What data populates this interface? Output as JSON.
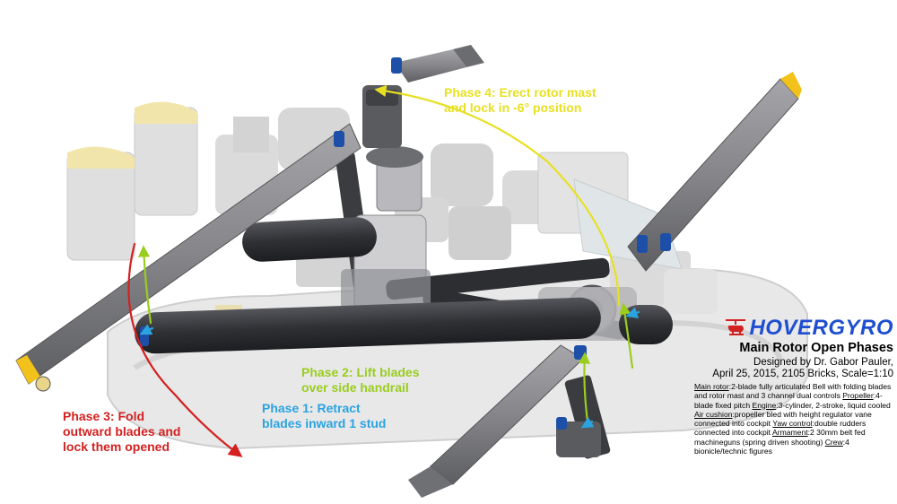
{
  "colors": {
    "phase4": "#e8e022",
    "phase2": "#9acd1e",
    "phase1": "#2aa3e0",
    "phase3": "#d42020",
    "brand": "#1f4fd0",
    "beam": "#8a8a8e",
    "beam_dark": "#55565a",
    "tube": "#3a3b3f",
    "ghost": "#d4d4d4",
    "joint_blue": "#1d4fa8",
    "tip_yellow": "#f2c21a"
  },
  "phases": {
    "phase4": [
      "Phase 4: Erect rotor mast",
      "and lock in -6° position"
    ],
    "phase2": [
      "Phase 2: Lift blades",
      "over side handrail"
    ],
    "phase1": [
      "Phase 1: Retract",
      "blades inward 1 stud"
    ],
    "phase3": [
      "Phase 3: Fold",
      "outward blades and",
      "lock them opened"
    ]
  },
  "info": {
    "brand": "HOVERGYRO",
    "logo_icon": "helicopter-icon",
    "title": "Main Rotor Open Phases",
    "credit": [
      "Designed by Dr. Gabor Pauler,",
      "April 25, 2015, 2105 Bricks, Scale=1:10"
    ],
    "specs": [
      {
        "key": "Main rotor",
        "value": "2-blade fully articulated Bell with folding blades and rotor mast and 3 channel dual controls"
      },
      {
        "key": "Propeller",
        "value": "4-blade fixed pitch"
      },
      {
        "key": "Engine",
        "value": "3-cylinder, 2-stroke, liquid cooled"
      },
      {
        "key": "Air cushion",
        "value": "propeller bled with height regulator vane connected into cockpit"
      },
      {
        "key": "Yaw control",
        "value": "double rudders connected into cockpit"
      },
      {
        "key": "Armament",
        "value": "2 30mm belt fed machineguns (spring driven shooting)"
      },
      {
        "key": "Crew",
        "value": "4 bionicle/technic figures"
      }
    ]
  }
}
